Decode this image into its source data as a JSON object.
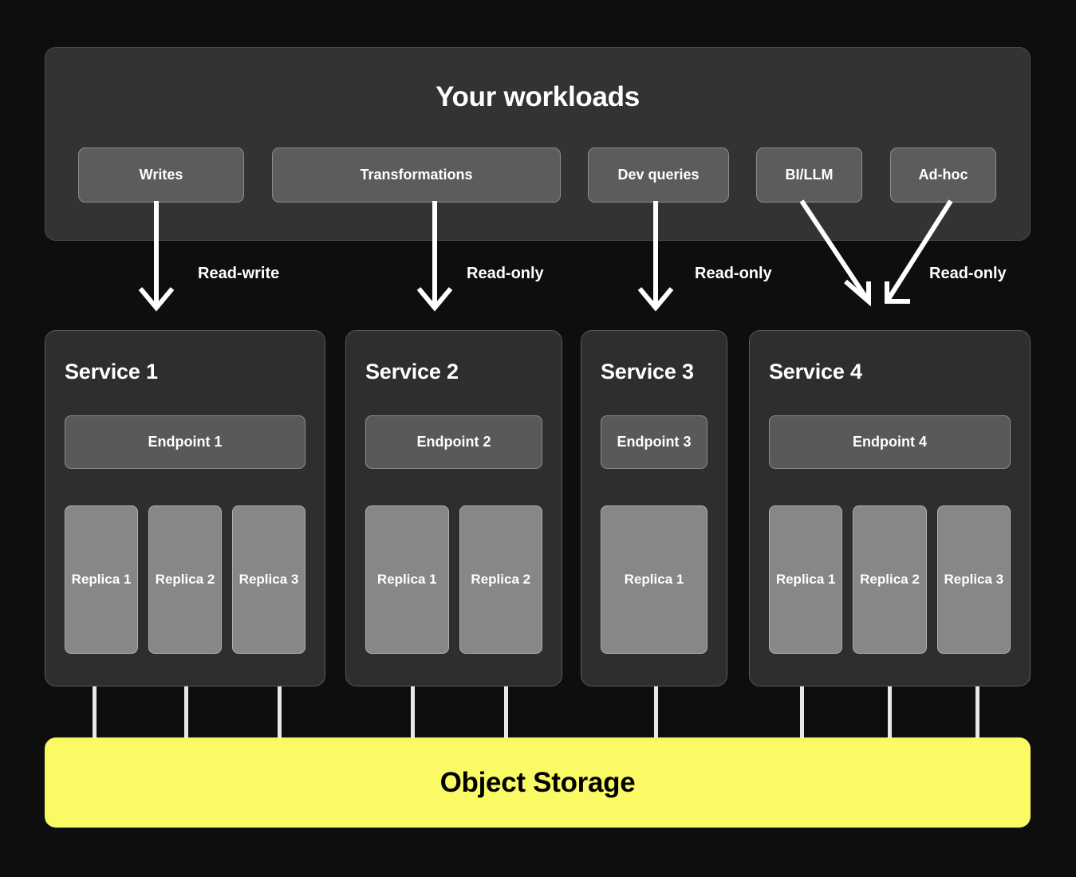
{
  "diagram": {
    "background_color": "#0e0e0e",
    "accent_color": "#fafa64"
  },
  "workloads": {
    "title": "Your workloads",
    "items": [
      {
        "label": "Writes"
      },
      {
        "label": "Transformations"
      },
      {
        "label": "Dev queries"
      },
      {
        "label": "BI/LLM"
      },
      {
        "label": "Ad-hoc"
      }
    ]
  },
  "arrows": [
    {
      "label": "Read-write",
      "from": "Writes",
      "to": "Service 1"
    },
    {
      "label": "Read-only",
      "from": "Transformations",
      "to": "Service 2"
    },
    {
      "label": "Read-only",
      "from": "Dev queries",
      "to": "Service 3"
    },
    {
      "label": "Read-only",
      "from": "BI/LLM, Ad-hoc",
      "to": "Service 4"
    }
  ],
  "services": [
    {
      "title": "Service 1",
      "endpoint": "Endpoint 1",
      "replicas": [
        "Replica 1",
        "Replica 2",
        "Replica 3"
      ]
    },
    {
      "title": "Service 2",
      "endpoint": "Endpoint 2",
      "replicas": [
        "Replica 1",
        "Replica 2"
      ]
    },
    {
      "title": "Service 3",
      "endpoint": "Endpoint 3",
      "replicas": [
        "Replica 1"
      ]
    },
    {
      "title": "Service 4",
      "endpoint": "Endpoint 4",
      "replicas": [
        "Replica 1",
        "Replica 2",
        "Replica 3"
      ]
    }
  ],
  "storage": {
    "label": "Object Storage"
  }
}
